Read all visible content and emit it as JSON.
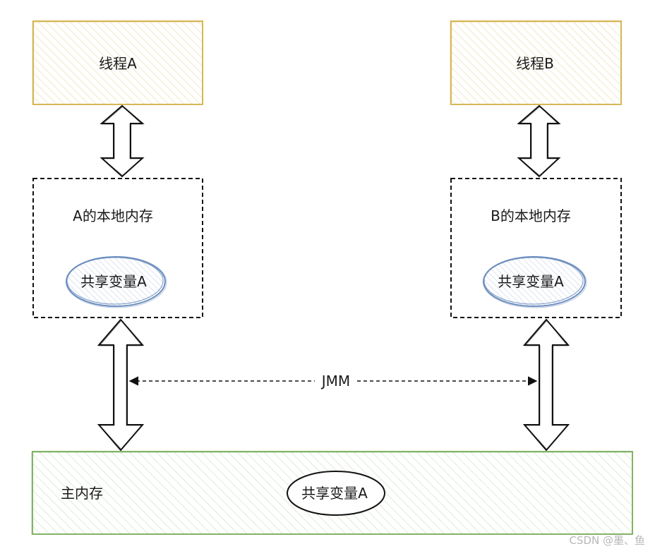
{
  "thread_a": {
    "label": "线程A"
  },
  "thread_b": {
    "label": "线程B"
  },
  "local_a": {
    "label": "A的本地内存",
    "variable": "共享变量A"
  },
  "local_b": {
    "label": "B的本地内存",
    "variable": "共享变量A"
  },
  "main_memory": {
    "label": "主内存",
    "variable": "共享变量A"
  },
  "jmm": {
    "label": "JMM"
  },
  "watermark": "CSDN @墨、鱼",
  "colors": {
    "thread_stroke": "#d6b656",
    "thread_hatch": "#e9dfae",
    "variable_stroke": "#6c8ebf",
    "variable_hatch": "#c9d3e6",
    "main_stroke": "#82b366",
    "main_hatch": "#cfe3c2"
  }
}
